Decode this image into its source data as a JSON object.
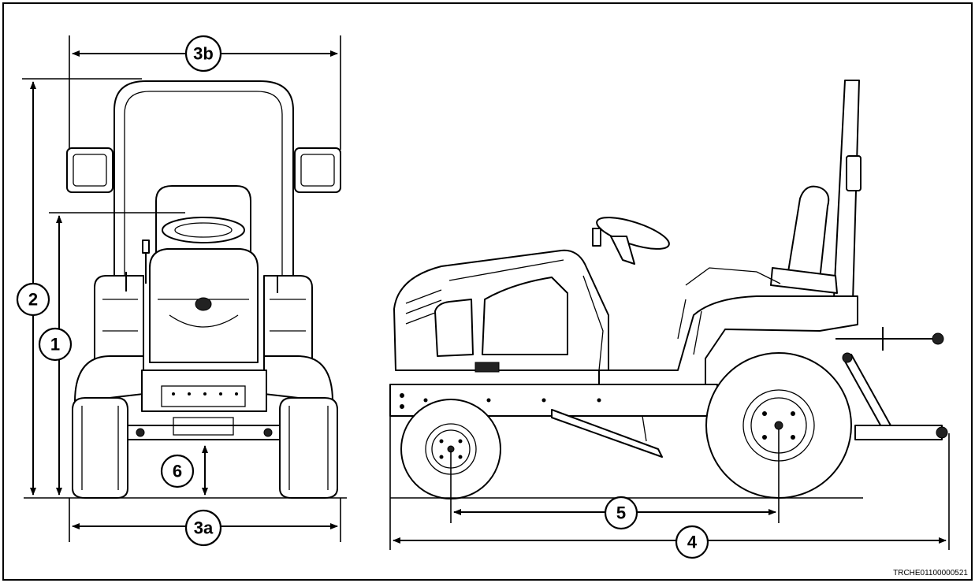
{
  "callouts": {
    "c1": "1",
    "c2": "2",
    "c3a": "3a",
    "c3b": "3b",
    "c4": "4",
    "c5": "5",
    "c6": "6"
  },
  "reference_code": "TRCHE01100000521"
}
